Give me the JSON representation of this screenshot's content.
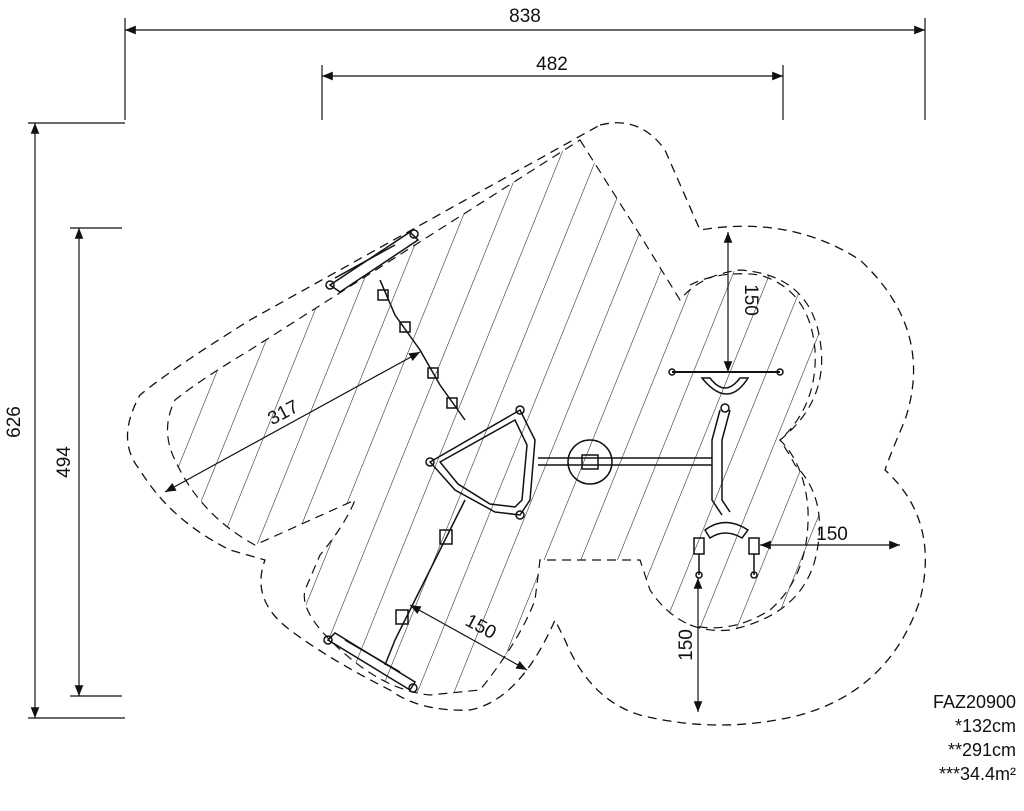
{
  "dimensions": {
    "overall_width": "838",
    "inner_width": "482",
    "overall_height": "626",
    "inner_height": "494",
    "diagonal_width": "317",
    "zone_top": "150",
    "zone_right": "150",
    "zone_bottom": "150",
    "zone_left_bottom": "150"
  },
  "info": {
    "code": "FAZ20900",
    "free_height": "*132cm",
    "total_height": "**291cm",
    "area": "***34.4m²"
  }
}
